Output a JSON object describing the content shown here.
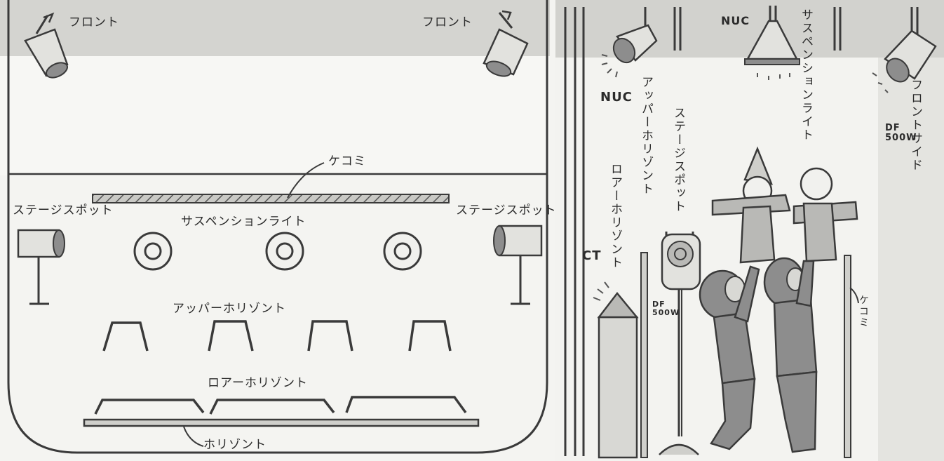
{
  "left_panel": {
    "front_left": "フロント",
    "front_right": "フロント",
    "kekomi": "ケコミ",
    "stage_spot_left": "ステージスポット",
    "stage_spot_right": "ステージスポット",
    "suspension_light": "サスペンションライト",
    "upper_horizont": "アッパーホリゾント",
    "lower_horizont": "ロアーホリゾント",
    "horizont": "ホリゾント"
  },
  "right_panel": {
    "nuc_top": "NUC",
    "suspension_light": "サスペンションライト",
    "front_side": "フロントサイド",
    "df_500w_right": "DF\n500W",
    "nuc_left": "NUC",
    "upper_horizont": "アッパーホリゾント",
    "stage_spot": "ステージスポット",
    "lower_horizont": "ロアーホリゾント",
    "ct": "CT",
    "df_500w_stand": "DF\n500W",
    "kekomi": "ケコミ"
  },
  "colors": {
    "ink": "#3a3a3a",
    "fill_dark": "#8d8d8d",
    "fill_mid": "#b9b9b6",
    "fill_light": "#d8d8d4",
    "paper": "#f4f4f1"
  }
}
